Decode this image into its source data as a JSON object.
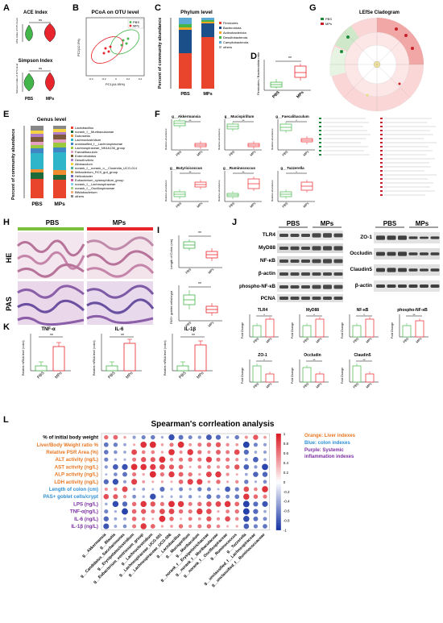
{
  "panels": {
    "A": {
      "label": "A",
      "ace_title": "ACE Index",
      "simpson_title": "Simpson Index",
      "ns": "ns",
      "groups": [
        "PBS",
        "MPs"
      ],
      "ace_ylabel": "ACE index of OTU level",
      "simpson_ylabel": "Simpson index of OTU level"
    },
    "B": {
      "label": "B",
      "title": "PCoA on OTU level",
      "xlabel": "PC1(44.95%)",
      "ylabel": "PC2(12.5%)",
      "legend": [
        "PBS",
        "MPs"
      ],
      "xticks": [
        "-0.4",
        "-0.2",
        "0",
        "0.2",
        "0.4"
      ]
    },
    "C": {
      "label": "C",
      "title": "Phylum level",
      "ylabel": "Percent of community abundance",
      "groups": [
        "PBS",
        "MPs"
      ],
      "legend": [
        "Firmicutes",
        "Bacteroidota",
        "Actinobacteriota",
        "Desulfobacterota",
        "Campilobacterota",
        "others"
      ]
    },
    "D": {
      "label": "D",
      "ylabel": "Firmicutes / Bacteroidota ratio",
      "sig": "**",
      "groups": [
        "PBS",
        "MPs"
      ]
    },
    "E": {
      "label": "E",
      "title": "Genus level",
      "ylabel": "Percent of community abundance",
      "groups": [
        "PBS",
        "MPs"
      ],
      "legend": [
        "Lactobacillus",
        "norank_f__Muribaculaceae",
        "Dubosiella",
        "Lachnoclostridium",
        "unclassified_f__Lachnospiraceae",
        "Lachnospiraceae_NK4A136_group",
        "Faecalibaculum",
        "Enterorhabdus",
        "Desulfovibrio",
        "Allobaculum",
        "norank_f__norank_o__Clostridia_UCG-014",
        "Ileibacterium_RC9_gut_group",
        "Helicobacter",
        "Eubacterium_xylanophilum_group",
        "norank_f__Lachnospiraceae",
        "norank_f__Oscillospiraceae",
        "Bifidobacterium",
        "others"
      ]
    },
    "F": {
      "label": "F",
      "plots": [
        {
          "title": "g__Akkermansia",
          "sig": "**"
        },
        {
          "title": "g__Mucispirillum",
          "sig": "**"
        },
        {
          "title": "g__Faecalibaculum",
          "sig": "*"
        },
        {
          "title": "g__Butyricicoccus",
          "sig": "**"
        },
        {
          "title": "g__Ruminococcus",
          "sig": "**"
        },
        {
          "title": "g__Tuzzerella",
          "sig": "*"
        }
      ],
      "ylabel": "Relative abundance",
      "groups": [
        "PBS",
        "MPs"
      ]
    },
    "G": {
      "label": "G",
      "title": "LEfSe Cladogram",
      "legend": [
        "PBS",
        "MPs"
      ]
    },
    "H": {
      "label": "H",
      "groups": [
        "PBS",
        "MPs"
      ],
      "rows": [
        "HE",
        "PAS"
      ]
    },
    "I": {
      "label": "I",
      "ylabel_top": "Length of Colon (cm)",
      "ylabel_bottom": "PAS+ goblet cells/crypt",
      "sig_top": "**",
      "sig_bottom": "**",
      "groups": [
        "PBS",
        "MPs"
      ]
    },
    "J": {
      "label": "J",
      "groups": [
        "PBS",
        "MPs"
      ],
      "blots_left": [
        "TLR4",
        "MyD88",
        "NF-κB",
        "β-actin",
        "phospho-NF-κB",
        "PCNA"
      ],
      "blots_right": [
        "ZO-1",
        "Occludin",
        "Claudin5",
        "β-actin"
      ],
      "bars": [
        {
          "title": "TLR4",
          "sig": "*"
        },
        {
          "title": "MyD88",
          "sig": "*"
        },
        {
          "title": "NF-κB",
          "sig": "*"
        },
        {
          "title": "phospho-NF-κB",
          "sig": "**"
        },
        {
          "title": "ZO-1",
          "sig": "*"
        },
        {
          "title": "Occludin",
          "sig": "**"
        },
        {
          "title": "Claudin5",
          "sig": "**"
        }
      ],
      "ylabel": "Fold Change"
    },
    "K": {
      "label": "K",
      "plots": [
        {
          "title": "TNF-α",
          "sig": "**"
        },
        {
          "title": "IL-6",
          "sig": "**"
        },
        {
          "title": "IL-1β",
          "sig": "**"
        }
      ],
      "ylabel": "Relative mRNA level (colon)",
      "groups": [
        "PBS",
        "MPs"
      ]
    },
    "L": {
      "label": "L",
      "title": "Spearman's corrleation analysis",
      "legend_orange": "Orange: Liver indexes",
      "legend_blue": "Blue: colon indexes",
      "legend_purple": "Purple: Systemic",
      "legend_purple2": "inflammation indexes",
      "rows": [
        {
          "label": "% of initial body weight",
          "color": "#000000"
        },
        {
          "label": "Liver/Body Weight ratio %",
          "color": "#e87722"
        },
        {
          "label": "Relative PSR Area (%)",
          "color": "#e87722"
        },
        {
          "label": "ALT activity (ng/L)",
          "color": "#e87722"
        },
        {
          "label": "AST activity (ng/L)",
          "color": "#e87722"
        },
        {
          "label": "ALP activity (ng/L)",
          "color": "#e87722"
        },
        {
          "label": "LDH activity (ng/L)",
          "color": "#e87722"
        },
        {
          "label": "Length of colon (cm)",
          "color": "#2f8fd4"
        },
        {
          "label": "PAS+ goblet cells/crypt",
          "color": "#2f8fd4"
        },
        {
          "label": "LPS (ng/L)",
          "color": "#7b2fa0"
        },
        {
          "label": "TNF-α(ng/L)",
          "color": "#7b2fa0"
        },
        {
          "label": "IL-6 (ng/L)",
          "color": "#7b2fa0"
        },
        {
          "label": "IL-1β (ng/L)",
          "color": "#7b2fa0"
        }
      ],
      "cols": [
        "g__Akkermansia",
        "g__Blautia",
        "g__Candidatus_Saccharimonas",
        "g__Erysipelatoclostridium",
        "g__Eubacterium_ventriosum_group",
        "g__Lachnoclostridium",
        "g__Lachnospiraceae_UCG-001",
        "g__Lachnospiraceae_UCG-006",
        "g__Lactobacillus",
        "g__Mucispirillum",
        "g__Muribaculum",
        "g__norank_f__Erysipelotrichaceae",
        "g__norank_f__Muribaculaceae",
        "g__norank_f__Oscillospiraceae",
        "g__Ruminococcus",
        "g__Tuzzerella",
        "g__unclassified_f__Lachnospiraceae",
        "g__unclassified_f__Ruminococcaceae"
      ],
      "scale": [
        "1",
        "0.8",
        "0.6",
        "0.4",
        "0.2",
        "0",
        "-0.2",
        "-0.4",
        "-0.6",
        "-0.8",
        "-1"
      ]
    }
  }
}
